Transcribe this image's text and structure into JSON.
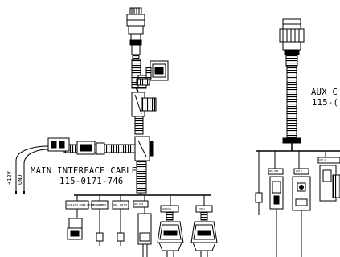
{
  "main_cable": {
    "name": "MAIN INTERFACE CABLE",
    "part_number": "115-0171-746"
  },
  "aux_cable": {
    "name_partial": "AUX C",
    "part_number_partial": "115-("
  },
  "power_leads": {
    "positive": "+12V",
    "ground": "GND"
  },
  "connector_tags": [
    "AUXILIARY POWER OUTPUT SWITCH",
    "DEC. SWITCH",
    "INC. SWITCH",
    "GPS DB9",
    "CONSOLE",
    "COM 1",
    "GPS DB9",
    "COM 3",
    "COM 4"
  ]
}
